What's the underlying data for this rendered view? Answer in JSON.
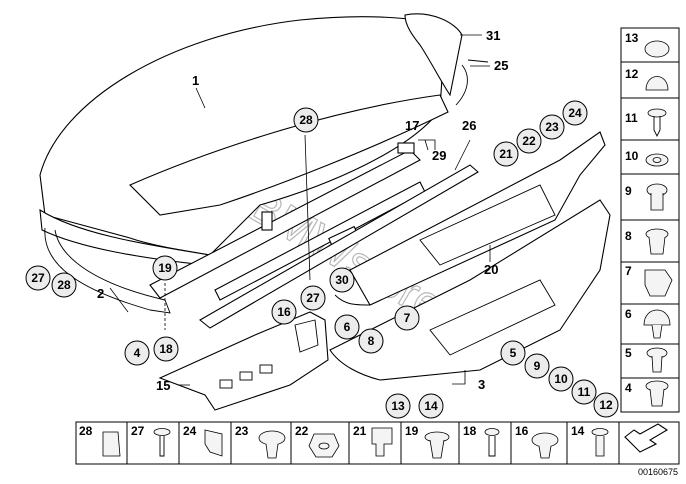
{
  "watermark": "www.BMWstore.ru",
  "reference_number": "00160675",
  "callouts": {
    "c1": "1",
    "c2": "2",
    "c3": "3",
    "c4": "4",
    "c5": "5",
    "c6": "6",
    "c7": "7",
    "c8": "8",
    "c9": "9",
    "c10": "10",
    "c11": "11",
    "c12": "12",
    "c13": "13",
    "c14": "14",
    "c15": "15",
    "c16": "16",
    "c17": "17",
    "c18": "18",
    "c19": "19",
    "c20": "20",
    "c21": "21",
    "c22": "22",
    "c23": "23",
    "c24": "24",
    "c25": "25",
    "c26": "26",
    "c27": "27",
    "c28": "28",
    "c29": "29",
    "c30": "30",
    "c31": "31"
  },
  "bubbles": {
    "b28top": "28",
    "b21": "21",
    "b22": "22",
    "b23": "23",
    "b24": "24",
    "b27": "27",
    "b28": "28",
    "b19": "19",
    "b30": "30",
    "b16": "16",
    "b27mid": "27",
    "b6": "6",
    "b8": "8",
    "b7": "7",
    "b4": "4",
    "b18": "18",
    "b5": "5",
    "b9": "9",
    "b10": "10",
    "b11": "11",
    "b12": "12",
    "b13": "13",
    "b14": "14"
  },
  "side_panel": [
    "13",
    "12",
    "11",
    "10",
    "9",
    "8",
    "7",
    "6",
    "5",
    "4"
  ],
  "bottom_row": [
    "28",
    "27",
    "24",
    "23",
    "22",
    "21",
    "19",
    "18",
    "16",
    "14"
  ]
}
